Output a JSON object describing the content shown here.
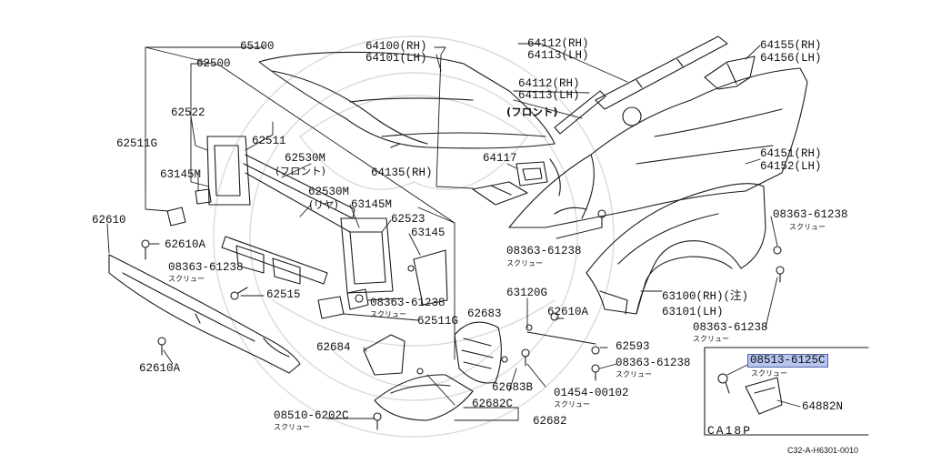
{
  "labels": {
    "p65100": "65100",
    "p64100": "64100(RH)",
    "p64101": "64101(LH)",
    "p64112a": "64112(RH)",
    "p64113a": "64113(LH)",
    "p64155": "64155(RH)",
    "p64156": "64156(LH)",
    "p62500": "62500",
    "p64112b": "64112(RH)",
    "p64113b": "64113(LH)",
    "front1": "(フロント)",
    "p62522": "62522",
    "p62511": "62511",
    "p62530m1": "62530M",
    "front2": "(フロント)",
    "p62511g1": "62511G",
    "p64151": "64151(RH)",
    "p64152": "64152(LH)",
    "p64117": "64117",
    "p63145m1": "63145M",
    "p64135": "64135(RH)",
    "p62530m2": "62530M",
    "rear": "(リヤ)",
    "p63145m2": "63145M",
    "p62523": "62523",
    "p08363a": "08363-61238",
    "p62610": "62610",
    "p63145": "63145",
    "p62610a1": "62610A",
    "p08363b": "08363-61238",
    "p08363c": "08363-61238",
    "p62515": "62515",
    "p63120g": "63120G",
    "p63100": "63100(RH)(注)",
    "p08363d": "08363-61238",
    "p62610a2": "62610A",
    "p63101": "63101(LH)",
    "p62683": "62683",
    "p62511g2": "62511G",
    "p08363e": "08363-61238",
    "p62684": "62684",
    "p62593": "62593",
    "p62610a3": "62610A",
    "p08363f": "08363-61238",
    "p62683b": "62683B",
    "p08513": "08513-6125C",
    "p01454": "01454-00102",
    "p62682c": "62682C",
    "p64882n": "64882N",
    "p08510": "08510-6202C",
    "p62682": "62682"
  },
  "screw": "スクリュー",
  "inset_title": "CA18P",
  "diagram_code": "C32-A-H6301-0010",
  "colors": {
    "highlight": "#b7c4ef",
    "line": "#1a1a1a"
  }
}
